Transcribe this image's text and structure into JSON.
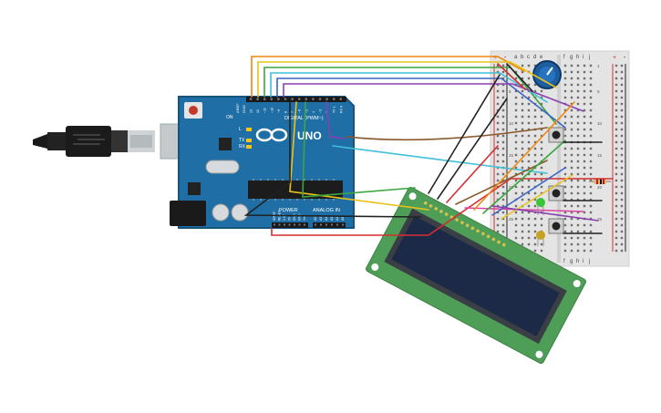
{
  "arduino": {
    "brand": "UNO",
    "digital_label": "DIGITAL (PWM~)",
    "power_label": "POWER",
    "analog_label": "ANALOG IN",
    "tx_label": "TX",
    "rx_label": "RX",
    "l_label": "L",
    "on_label": "ON",
    "aref_label": "AREF",
    "gnd_label": "GND",
    "digital_pins": [
      "13",
      "12",
      "~11",
      "~10",
      "~9",
      "8",
      "7",
      "~6",
      "~5",
      "4",
      "~3",
      "2",
      "TX 1",
      "RX 0"
    ],
    "power_pins": [
      "IOREF",
      "RESET",
      "3.3V",
      "5V",
      "GND",
      "GND",
      "Vin"
    ],
    "analog_pins": [
      "A0",
      "A1",
      "A2",
      "A3",
      "A4",
      "A5"
    ]
  },
  "breadboard": {
    "column_letters_top": [
      "a",
      "b",
      "c",
      "d",
      "e",
      "f",
      "g",
      "h",
      "i",
      "j"
    ],
    "column_letters_bottom": [
      "f",
      "g",
      "h",
      "i",
      "j"
    ],
    "row_numbers": [
      "1",
      "5",
      "10",
      "15",
      "20",
      "25"
    ],
    "plus": "+",
    "minus": "-"
  },
  "colors": {
    "board": "#1f6fa6",
    "board_dark": "#15547f",
    "lcd_pcb": "#4f9e58",
    "lcd_screen": "#1c2a47",
    "wire_red": "#d32f2f",
    "wire_black": "#222222",
    "wire_orange": "#f0870f",
    "wire_yellow": "#e8c21a",
    "wire_green": "#3aa640",
    "wire_cyan": "#3fc0d8",
    "wire_blue": "#3a66c4",
    "wire_purple": "#8a3fb0",
    "wire_brown": "#8a5a2b",
    "wire_pink": "#d946a0"
  },
  "icons": {
    "usb": "usb-cable-icon",
    "logo": "arduino-infinity-logo-icon"
  }
}
